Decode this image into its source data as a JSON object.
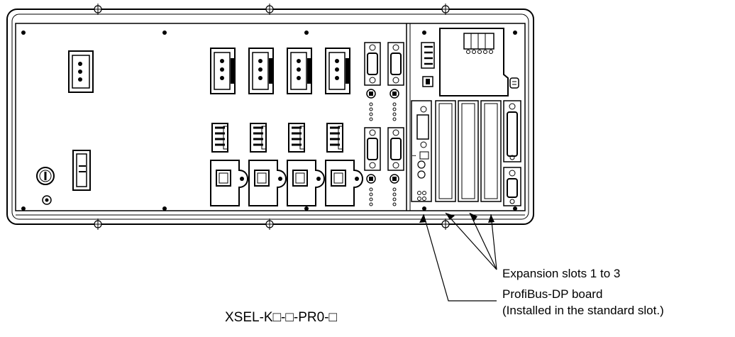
{
  "labels": {
    "expansion_slots": "Expansion slots 1 to 3",
    "profibus_board": "ProfiBus-DP board",
    "installed_note": "(Installed in the standard slot.)",
    "model_name": "XSEL-K□-□-PR0-□"
  },
  "colors": {
    "line": "#000000",
    "background": "#ffffff"
  }
}
